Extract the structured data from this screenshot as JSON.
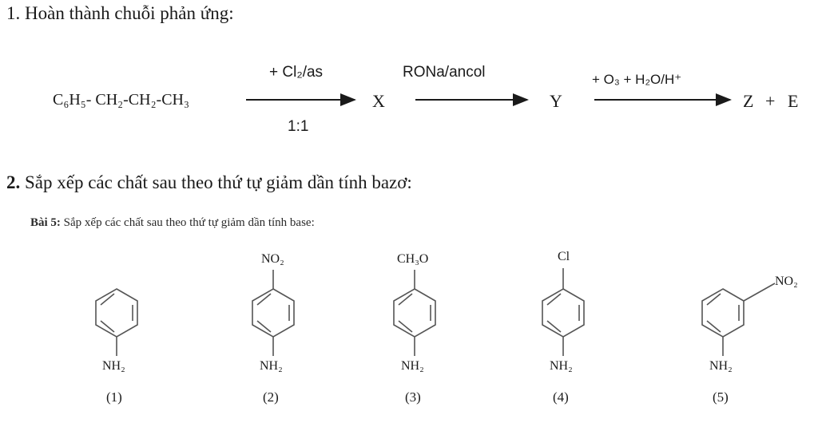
{
  "question1": {
    "number": "1.",
    "text": "Hoàn thành chuỗi phản ứng:"
  },
  "reaction": {
    "start": "C₆H₅- CH₂-CH₂-CH₃",
    "step1_top": "+ Cl₂/as",
    "step1_bottom": "1:1",
    "x": "X",
    "step2_top": "RONa/ancol",
    "y": "Y",
    "step3_top": "+ O₃ + H₂O/H⁺",
    "z": "Z",
    "plus": "+",
    "e": "E"
  },
  "question2": {
    "number": "2.",
    "text": "Sắp xếp các chất sau theo thứ tự giảm dần tính bazơ:"
  },
  "exercise": {
    "label": "Bài 5:",
    "text": "Sắp xếp các chất sau theo thứ tự giảm dần tính base:"
  },
  "structures": [
    {
      "number": "(1)",
      "substituent": "",
      "amine": "NH₂"
    },
    {
      "number": "(2)",
      "substituent": "NO₂",
      "amine": "NH₂"
    },
    {
      "number": "(3)",
      "substituent": "CH₃O",
      "amine": "NH₂"
    },
    {
      "number": "(4)",
      "substituent": "Cl",
      "amine": "NH₂"
    },
    {
      "number": "(5)",
      "substituent": "NO₂",
      "amine": "NH₂"
    }
  ]
}
